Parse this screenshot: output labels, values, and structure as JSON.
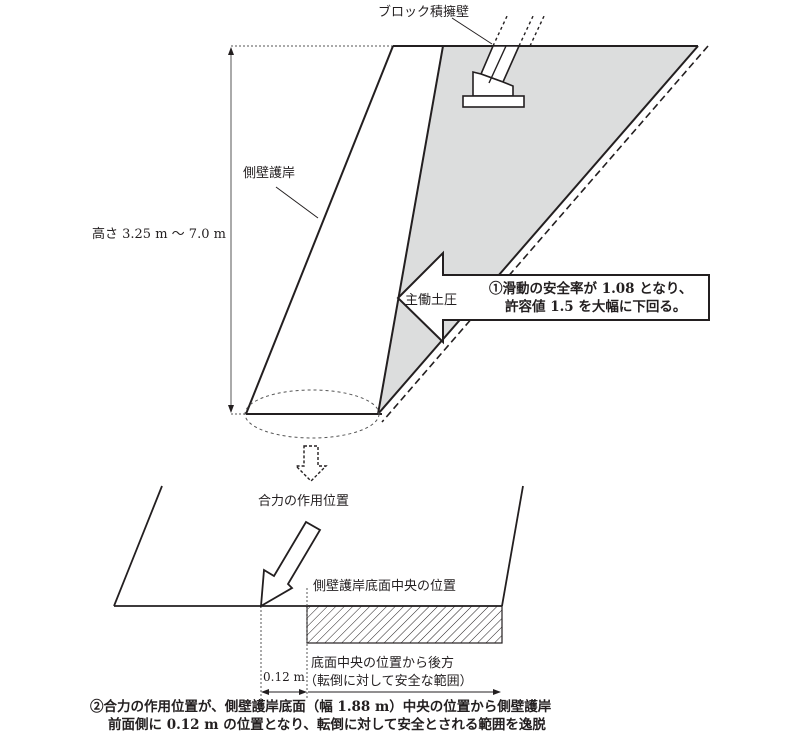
{
  "labels": {
    "block_wall": "ブロック積擁壁",
    "side_wall": "側壁護岸",
    "height": "高さ 3.25 m ～ 7.0 m",
    "active_earth_pressure": "主働土圧",
    "resultant_position": "合力の作用位置",
    "base_center_position": "側壁護岸底面中央の位置",
    "offset": "0.12 m",
    "safe_range_line1": "底面中央の位置から後方",
    "safe_range_line2": "（転倒に対して安全な範囲）"
  },
  "notes": {
    "note1_line1": "①滑動の安全率が 1.08 となり、",
    "note1_line2": "許容値 1.5 を大幅に下回る。",
    "note2_line1": "②合力の作用位置が、側壁護岸底面（幅 1.88 m）中央の位置から側壁護岸",
    "note2_line2": "前面側に 0.12 m の位置となり、転倒に対して安全とされる範囲を逸脱"
  },
  "values": {
    "height_min_m": 3.25,
    "height_max_m": 7.0,
    "sliding_safety_factor": 1.08,
    "allowable_value": 1.5,
    "base_width_m": 1.88,
    "offset_m": 0.12
  },
  "colors": {
    "line": "#231f20",
    "soil_fill": "#dcdddd",
    "background": "#ffffff"
  }
}
